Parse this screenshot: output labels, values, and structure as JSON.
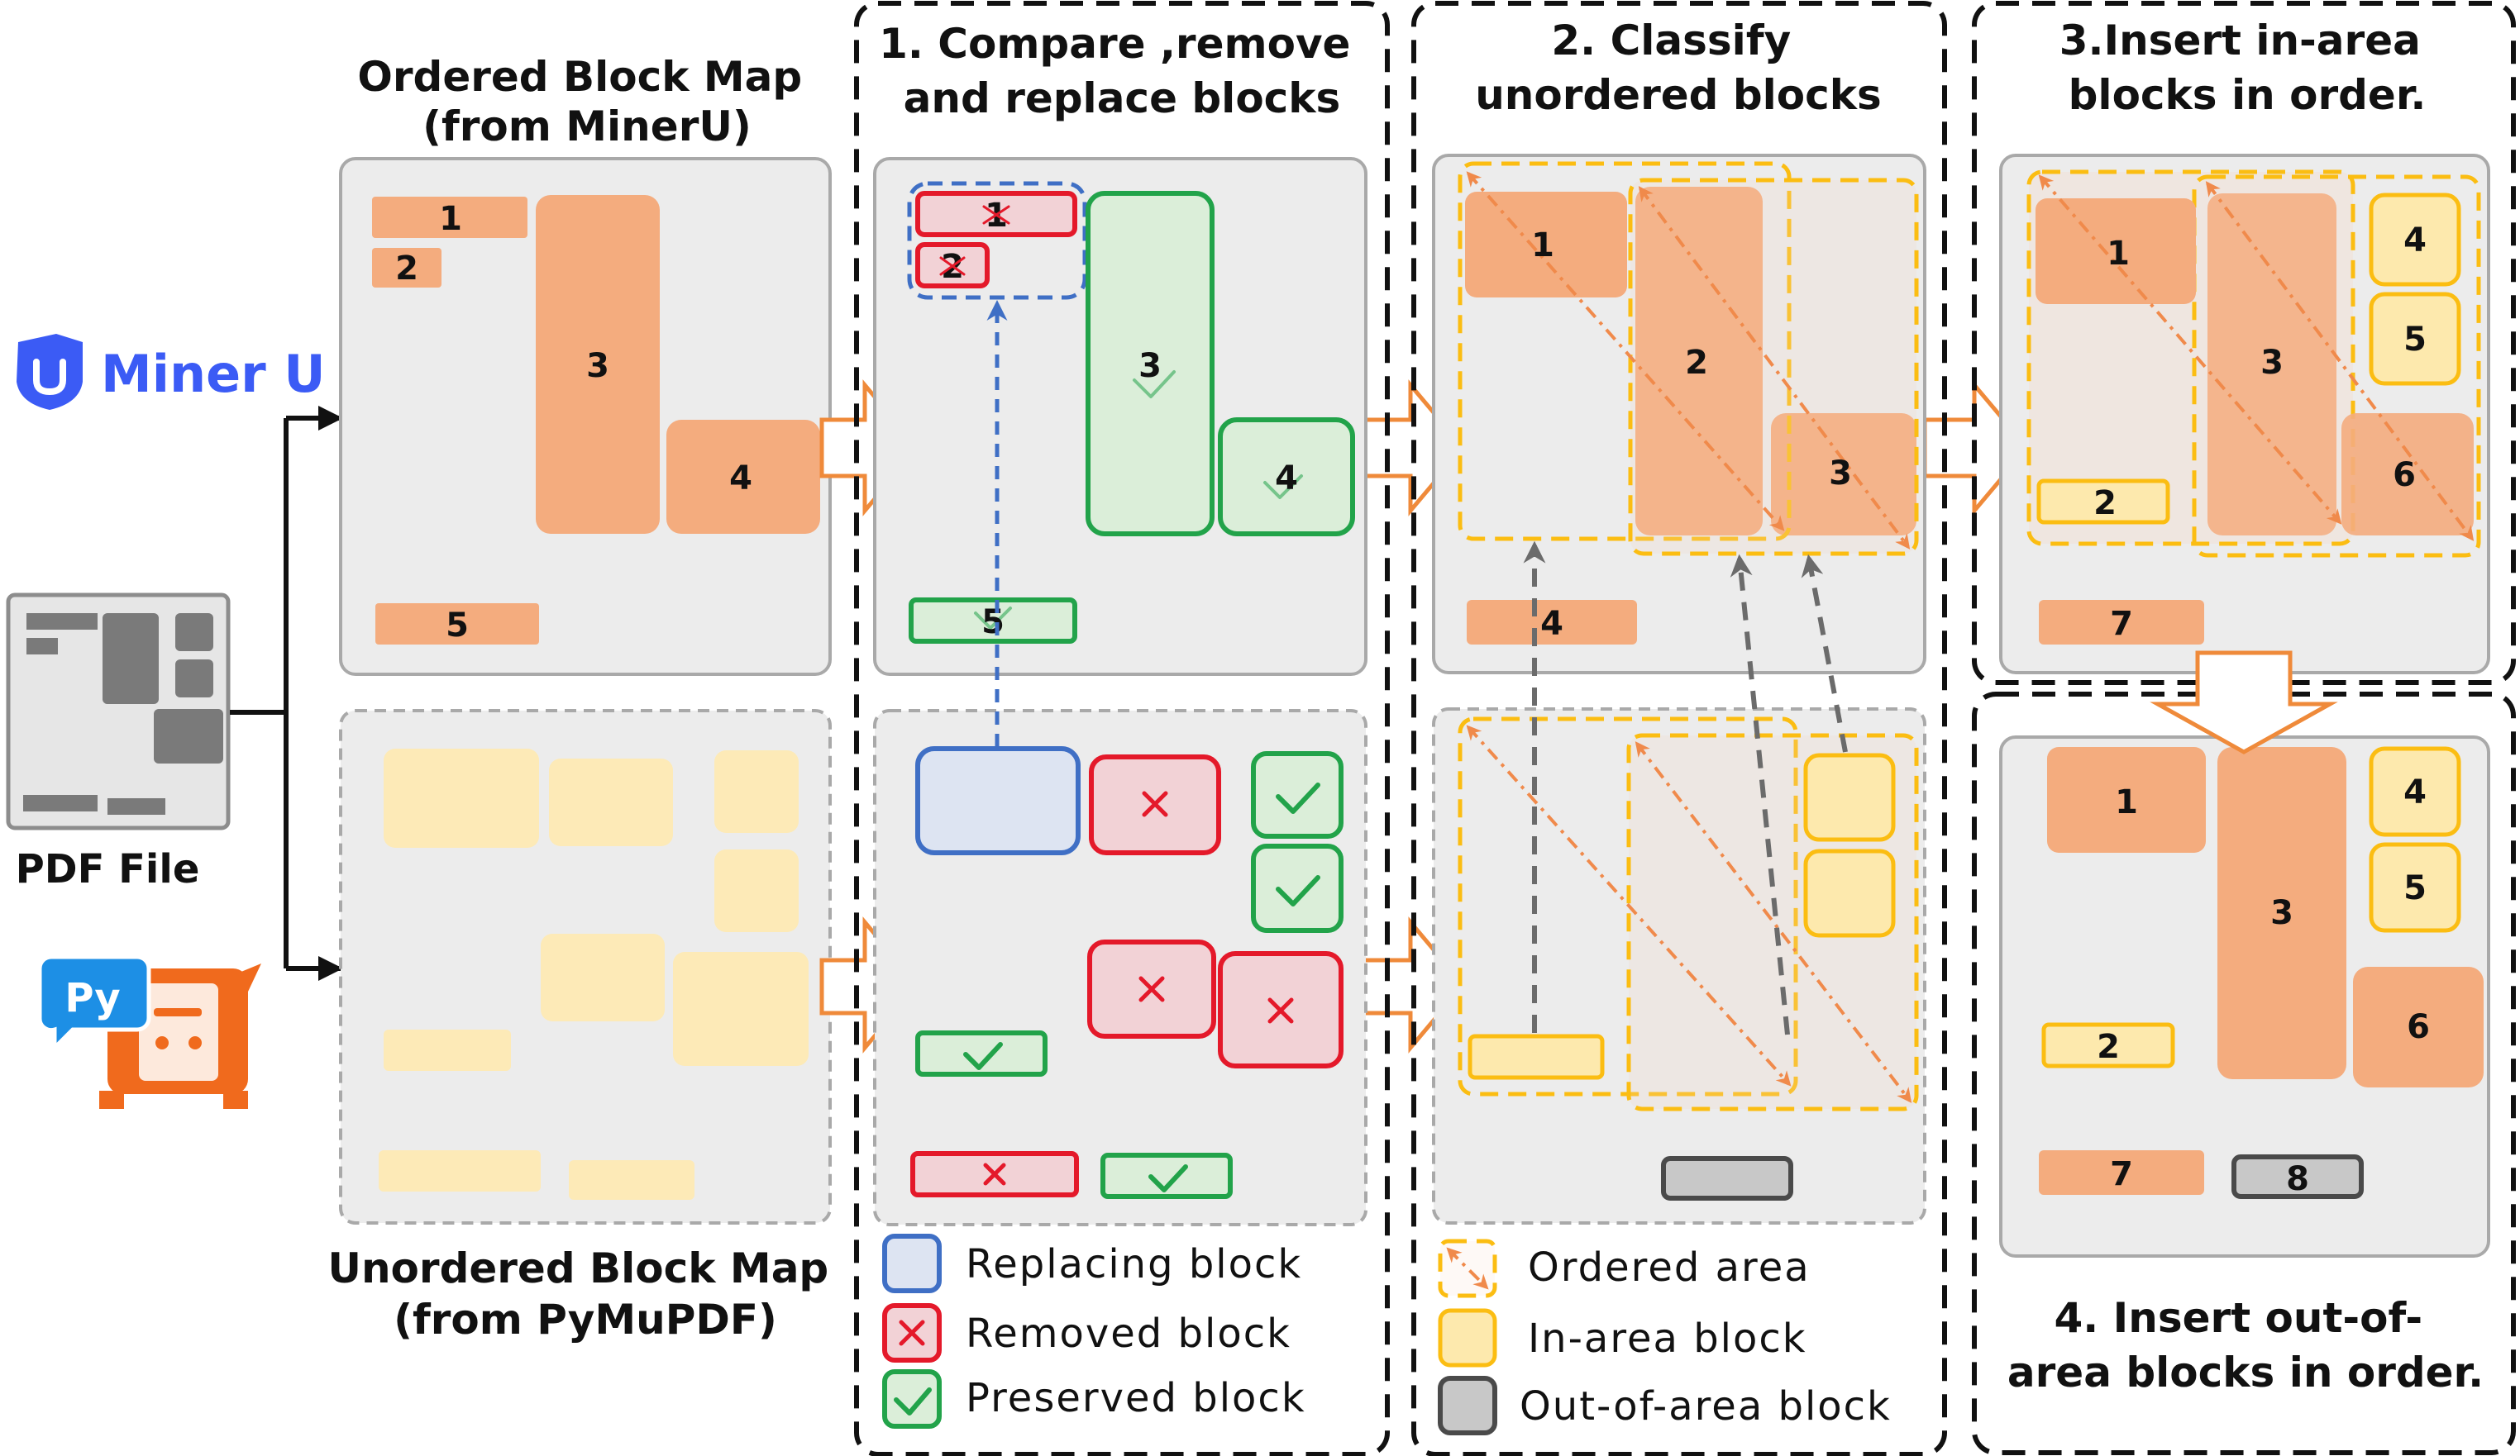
{
  "logos": {
    "mineru": {
      "text": "Miner U",
      "icon": "mineru-shield-icon",
      "color": "#3b5bf5"
    },
    "pymupdf": {
      "text": "Py",
      "icon": "pymupdf-cow-icon",
      "color": "#f06a1d"
    }
  },
  "input": {
    "pdf_label": "PDF File",
    "icon": "pdf-page-icon"
  },
  "maps": {
    "ordered_title": [
      "Ordered Block Map",
      "(from MinerU)"
    ],
    "unordered_title": [
      "Unordered Block Map",
      "(from  PyMuPDF)"
    ]
  },
  "steps": [
    {
      "id": "step1",
      "title": [
        "1. Compare ,remove",
        "and replace blocks"
      ]
    },
    {
      "id": "step2",
      "title": [
        "2. Classify",
        "unordered blocks"
      ]
    },
    {
      "id": "step3",
      "title": [
        "3.Insert in-area",
        "blocks in order."
      ]
    },
    {
      "id": "step4",
      "title": [
        "4. Insert out-of-",
        "area blocks in order."
      ]
    }
  ],
  "block_numbers": {
    "ordered_map": [
      "1",
      "2",
      "3",
      "4",
      "5"
    ],
    "step1": [
      "1",
      "2",
      "3",
      "4",
      "5"
    ],
    "step2": [
      "1",
      "2",
      "3",
      "4"
    ],
    "step3": [
      "1",
      "2",
      "3",
      "4",
      "5",
      "6",
      "7"
    ],
    "step4": [
      "1",
      "2",
      "3",
      "4",
      "5",
      "6",
      "7",
      "8"
    ]
  },
  "legend_step1": [
    {
      "label": "Replacing block",
      "icon": "replacing-block-icon"
    },
    {
      "label": "Removed block",
      "icon": "removed-block-icon"
    },
    {
      "label": "Preserved block",
      "icon": "preserved-block-icon"
    }
  ],
  "legend_step2": [
    {
      "label": "Ordered area",
      "icon": "ordered-area-icon"
    },
    {
      "label": "In-area block",
      "icon": "in-area-block-icon"
    },
    {
      "label": "Out-of-area block",
      "icon": "out-of-area-block-icon"
    }
  ],
  "colors": {
    "ordered_block": "#f4ac7e",
    "unordered_block": "#fdeab7",
    "in_area_border": "#fbbd12",
    "removed": "#e4192a",
    "preserved": "#22a34a",
    "replacing": "#3f6fc5",
    "flow_arrow": "#ef8a3a"
  }
}
